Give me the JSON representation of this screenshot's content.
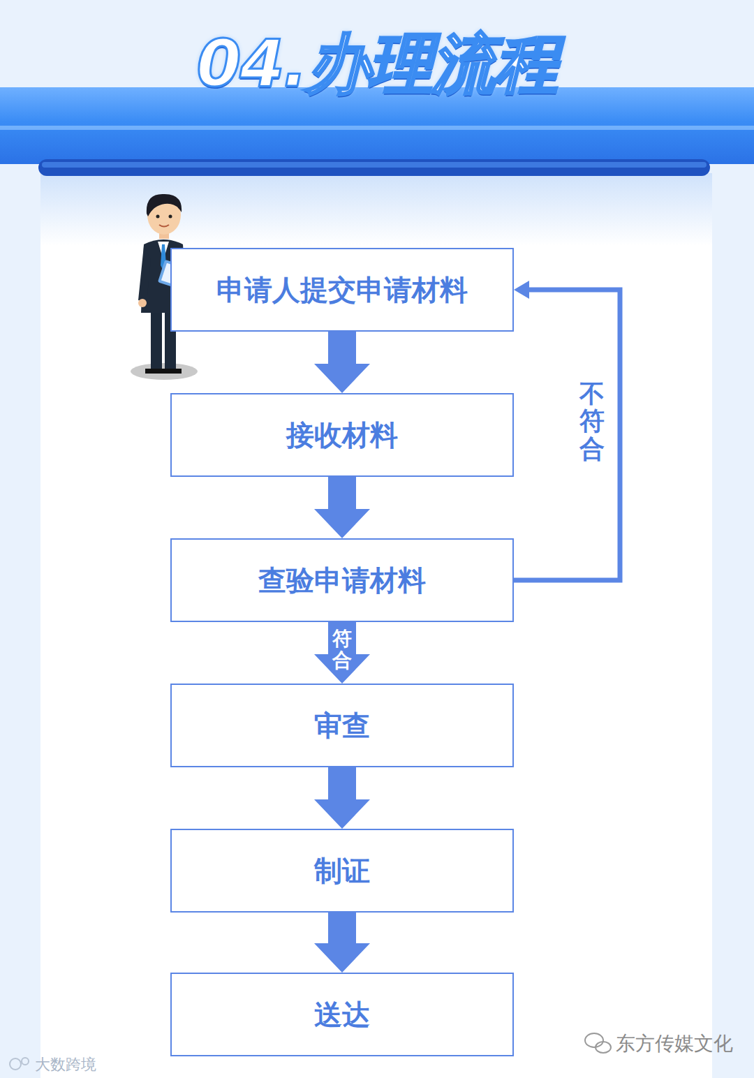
{
  "diagram": {
    "title": "04.办理流程",
    "nodes": [
      {
        "text": [
          "申请人提交申请材料"
        ]
      },
      {
        "text": [
          "接收材料"
        ]
      },
      {
        "text": [
          "查验申请材料"
        ]
      },
      {
        "text": [
          "审查"
        ]
      },
      {
        "text": [
          "制证"
        ]
      },
      {
        "text": [
          "送达"
        ]
      }
    ],
    "edges": [
      {
        "from": 0,
        "to": 1,
        "arrow": "to"
      },
      {
        "from": 1,
        "to": 2,
        "arrow": "to"
      },
      {
        "from": 2,
        "to": 3,
        "label": "符合",
        "arrow": "to"
      },
      {
        "from": 3,
        "to": 4,
        "arrow": "to"
      },
      {
        "from": 4,
        "to": 5,
        "arrow": "to"
      },
      {
        "from": 2,
        "to": 0,
        "label": "不符合",
        "arrow": "to"
      }
    ],
    "labels": [
      "大数跨境",
      "东方传媒文化"
    ]
  }
}
